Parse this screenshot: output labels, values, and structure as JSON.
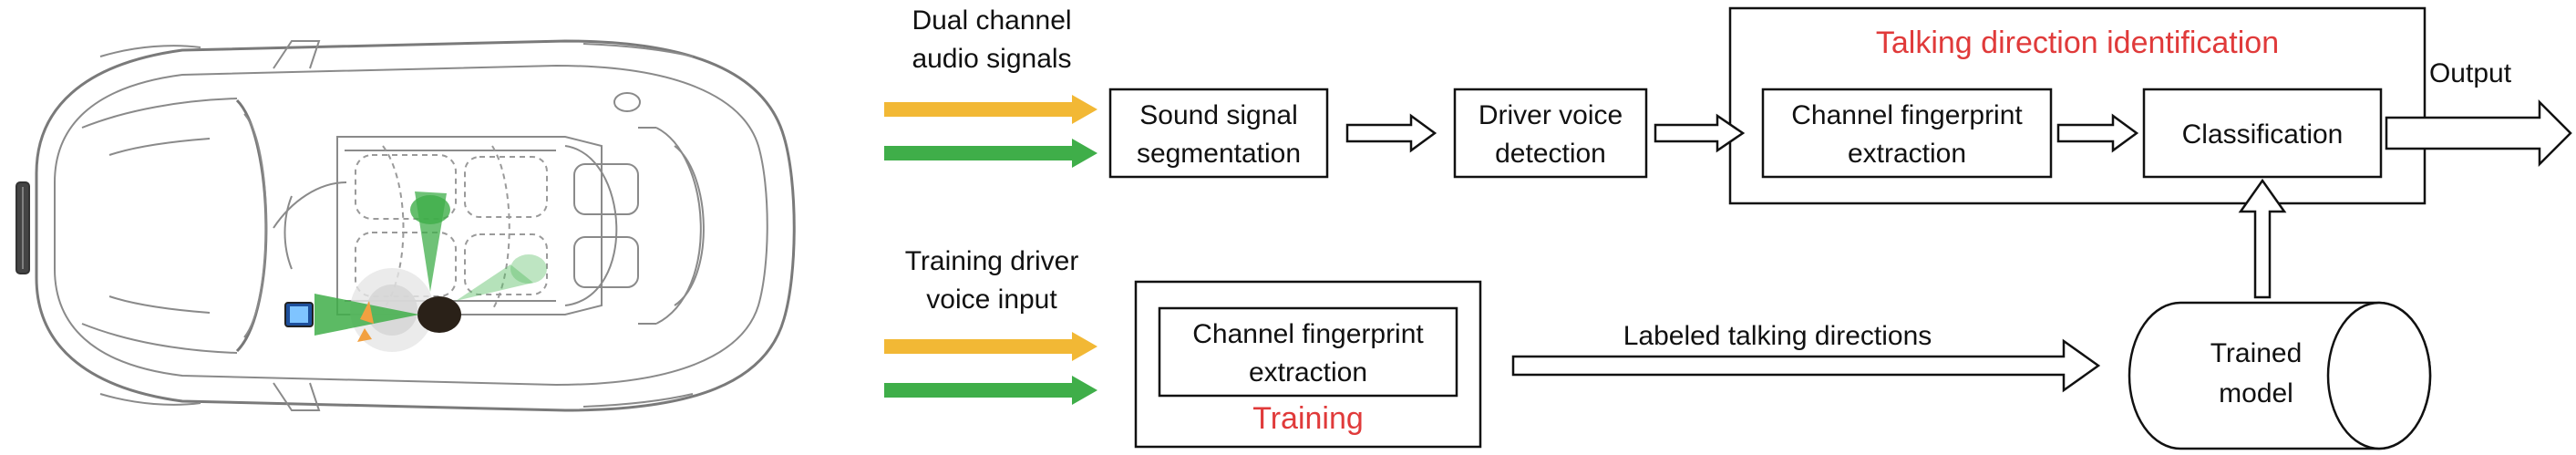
{
  "inputs": {
    "dual_channel_line1": "Dual channel",
    "dual_channel_line2": "audio signals",
    "training_line1": "Training driver",
    "training_line2": "voice input"
  },
  "boxes": {
    "segmentation_line1": "Sound signal",
    "segmentation_line2": "segmentation",
    "detection_line1": "Driver voice",
    "detection_line2": "detection",
    "group_title": "Talking direction identification",
    "fingerprint_line1": "Channel fingerprint",
    "fingerprint_line2": "extraction",
    "classification": "Classification",
    "training_fingerprint_line1": "Channel fingerprint",
    "training_fingerprint_line2": "extraction",
    "training_title": "Training",
    "model_line1": "Trained",
    "model_line2": "model"
  },
  "edges": {
    "output": "Output",
    "labeled": "Labeled talking directions"
  },
  "colors": {
    "channel_1": "#f2b835",
    "channel_2": "#3fae49",
    "accent_red": "#e03a3a",
    "stroke": "#111111"
  }
}
